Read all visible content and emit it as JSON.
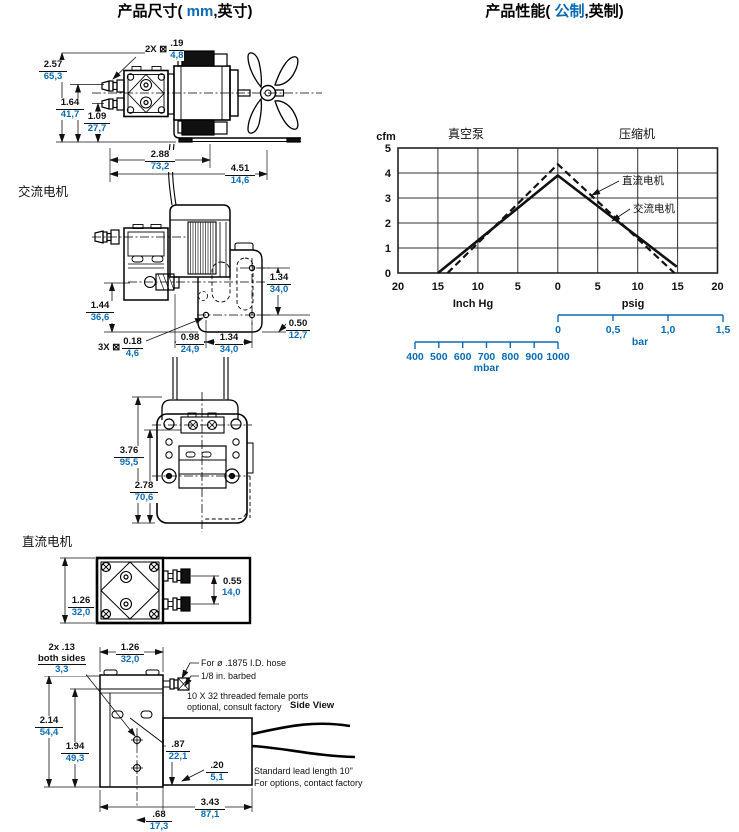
{
  "page": {
    "title_left": {
      "pre": "产品尺寸( ",
      "highlight": "mm",
      "post": ",英寸)"
    },
    "title_right": {
      "pre": "产品性能( ",
      "highlight": "公制",
      "post": ",英制)"
    },
    "section_labels": {
      "ac": "交流电机",
      "dc": "直流电机"
    },
    "accent_blue": "#0a6bb5"
  },
  "dims": {
    "d1_hole": {
      "prefix": "2X ⊠",
      "in": ".19",
      "mm": "4,8"
    },
    "d1_h_total": {
      "in": "2.57",
      "mm": "65,3"
    },
    "d1_h_upper": {
      "in": "1.64",
      "mm": "41,7"
    },
    "d1_h_lower": {
      "in": "1.09",
      "mm": "27,7"
    },
    "d1_w_pump": {
      "in": "2.88",
      "mm": "73,2"
    },
    "d1_w_total": {
      "in": "4.51",
      "mm": "14,6"
    },
    "d2_h_center": {
      "in": "1.44",
      "mm": "36,6"
    },
    "d2_v_holes": {
      "in": "1.34",
      "mm": "34,0"
    },
    "d2_plate": {
      "in": "0.50",
      "mm": "12,7"
    },
    "d2_hole": {
      "prefix": "3X ⊠",
      "in": "0.18",
      "mm": "4,6"
    },
    "d2_w1": {
      "in": "0.98",
      "mm": "24,9"
    },
    "d2_w2": {
      "in": "1.34",
      "mm": "34,0"
    },
    "d3_h_total": {
      "in": "3.76",
      "mm": "95,5"
    },
    "d3_h_mount": {
      "in": "2.78",
      "mm": "70,6"
    },
    "d4_h": {
      "in": "1.26",
      "mm": "32,0"
    },
    "d4_ports": {
      "in": "0.55",
      "mm": "14,0"
    },
    "d5_hole": {
      "line1": "2x .13",
      "line2": "both sides",
      "mm": "3,3"
    },
    "d5_w_head": {
      "in": "1.26",
      "mm": "32,0"
    },
    "d5_h_total": {
      "in": "2.14",
      "mm": "54,4"
    },
    "d5_h_inner": {
      "in": "1.94",
      "mm": "49,3"
    },
    "d5_h_port": {
      "in": ".87",
      "mm": "22,1"
    },
    "d5_offset": {
      "in": ".20",
      "mm": "5,1"
    },
    "d5_w_total": {
      "in": "3.43",
      "mm": "87,1"
    },
    "d5_w_screw": {
      "in": ".68",
      "mm": "17,3"
    }
  },
  "notes": {
    "hose": "For ø .1875 I.D. hose",
    "barb": "1/8 in. barbed",
    "ports1": "10 X 32 threaded female ports",
    "ports2": "optional, consult factory",
    "side_view": "Side View",
    "lead1": "Standard lead length 10\"",
    "lead2": "For options, contact factory"
  },
  "chart_data": {
    "type": "line",
    "y_axis": {
      "label": "cfm",
      "ticks": [
        5,
        4,
        3,
        2,
        1,
        0
      ],
      "range": [
        0,
        5
      ]
    },
    "x_axis": {
      "left_label": "Inch Hg",
      "right_label": "psig",
      "ticks": [
        20,
        15,
        10,
        5,
        0,
        5,
        10,
        15,
        20
      ],
      "range_note": "negative x = vacuum Inch Hg, positive x = psig"
    },
    "region_labels": {
      "left": "真空泵",
      "right": "压缩机"
    },
    "series": [
      {
        "name": "直流电机",
        "style": "dashed",
        "x": [
          -13.8,
          0,
          14.6
        ],
        "y": [
          0,
          4.35,
          0
        ]
      },
      {
        "name": "交流电机",
        "style": "solid",
        "x": [
          -15,
          0,
          14.9
        ],
        "y": [
          0,
          3.9,
          0.25
        ]
      }
    ],
    "bar_axis": {
      "label": "bar",
      "ticks": [
        "0",
        "0,5",
        "1,0",
        "1,5"
      ]
    },
    "mbar_axis": {
      "label": "mbar",
      "ticks": [
        "400",
        "500",
        "600",
        "700",
        "800",
        "900",
        "1000"
      ]
    }
  }
}
